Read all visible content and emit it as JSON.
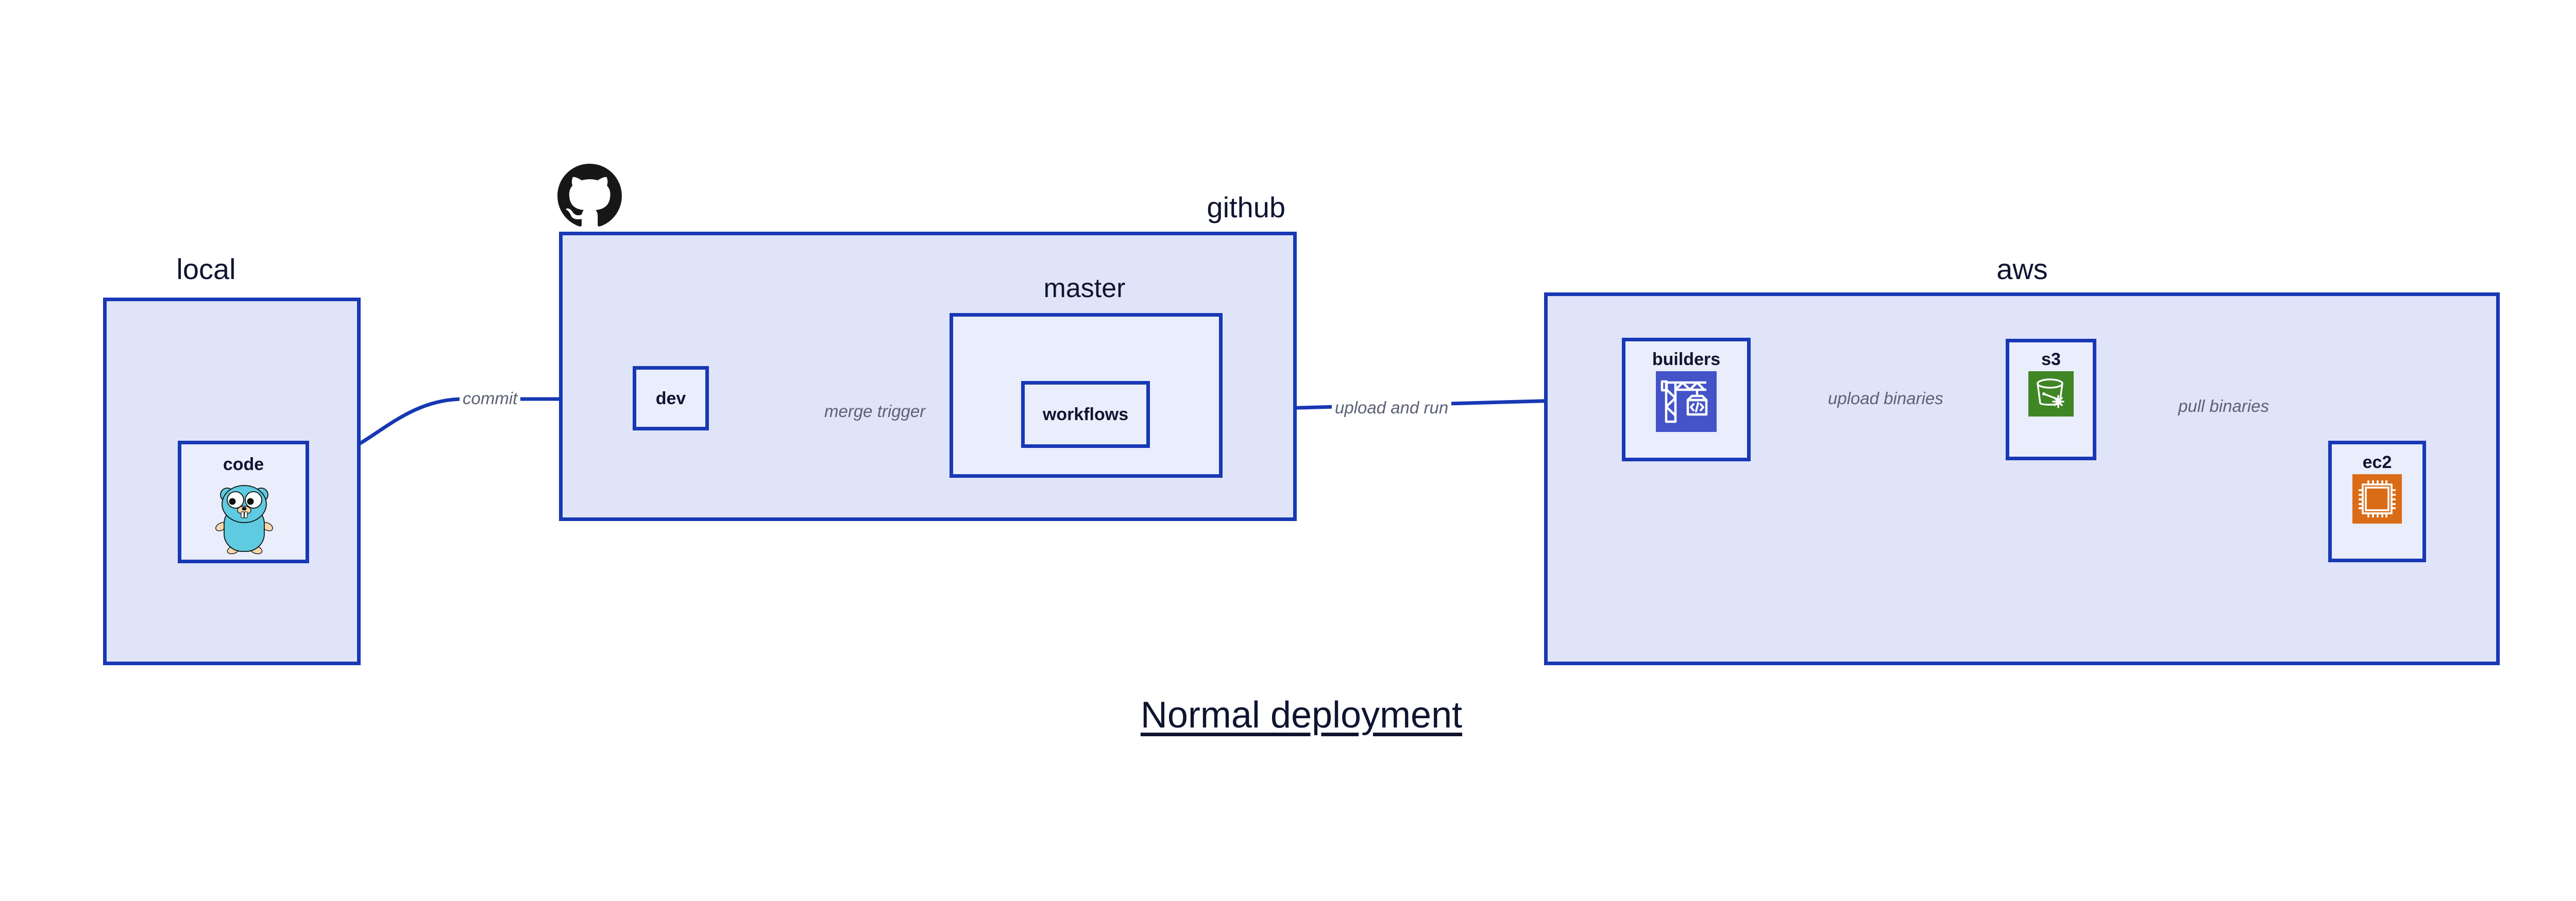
{
  "diagram": {
    "title": "Normal deployment",
    "groups": [
      {
        "id": "local",
        "label": "local"
      },
      {
        "id": "github",
        "label": "github"
      },
      {
        "id": "aws",
        "label": "aws"
      }
    ],
    "subgroups": [
      {
        "id": "master",
        "label": "master",
        "parent": "github"
      }
    ],
    "nodes": [
      {
        "id": "code",
        "label": "code",
        "group": "local",
        "icon": "go-gopher-icon"
      },
      {
        "id": "dev",
        "label": "dev",
        "group": "github",
        "icon": null
      },
      {
        "id": "workflows",
        "label": "workflows",
        "group": "master",
        "icon": null
      },
      {
        "id": "builders",
        "label": "builders",
        "group": "aws",
        "icon": "aws-codebuild-icon"
      },
      {
        "id": "s3",
        "label": "s3",
        "group": "aws",
        "icon": "aws-s3-glacier-icon"
      },
      {
        "id": "ec2",
        "label": "ec2",
        "group": "aws",
        "icon": "aws-ec2-icon"
      }
    ],
    "edges": [
      {
        "from": "code",
        "to": "dev",
        "label": "commit"
      },
      {
        "from": "dev",
        "to": "workflows",
        "label": "merge trigger"
      },
      {
        "from": "workflows",
        "to": "builders",
        "label": "upload and run"
      },
      {
        "from": "builders",
        "to": "s3",
        "label": "upload binaries"
      },
      {
        "from": "s3",
        "to": "ec2",
        "label": "pull binaries"
      }
    ],
    "logos": [
      {
        "id": "github-logo",
        "name": "github-octocat-icon",
        "group": "github"
      }
    ],
    "colors": {
      "group_fill": "#dfe4f9",
      "node_fill": "#e9edfc",
      "border": "#1838b4",
      "edge_line": "#1838b4",
      "edge_label_text": "#5c6175",
      "text": "#0f1430",
      "background": "#ffffff",
      "codebuild_tile": "#4453c8",
      "s3_tile": "#3f8624",
      "ec2_tile": "#da6c17",
      "gopher_body": "#5fcbe0",
      "octocat": "#181717"
    }
  }
}
